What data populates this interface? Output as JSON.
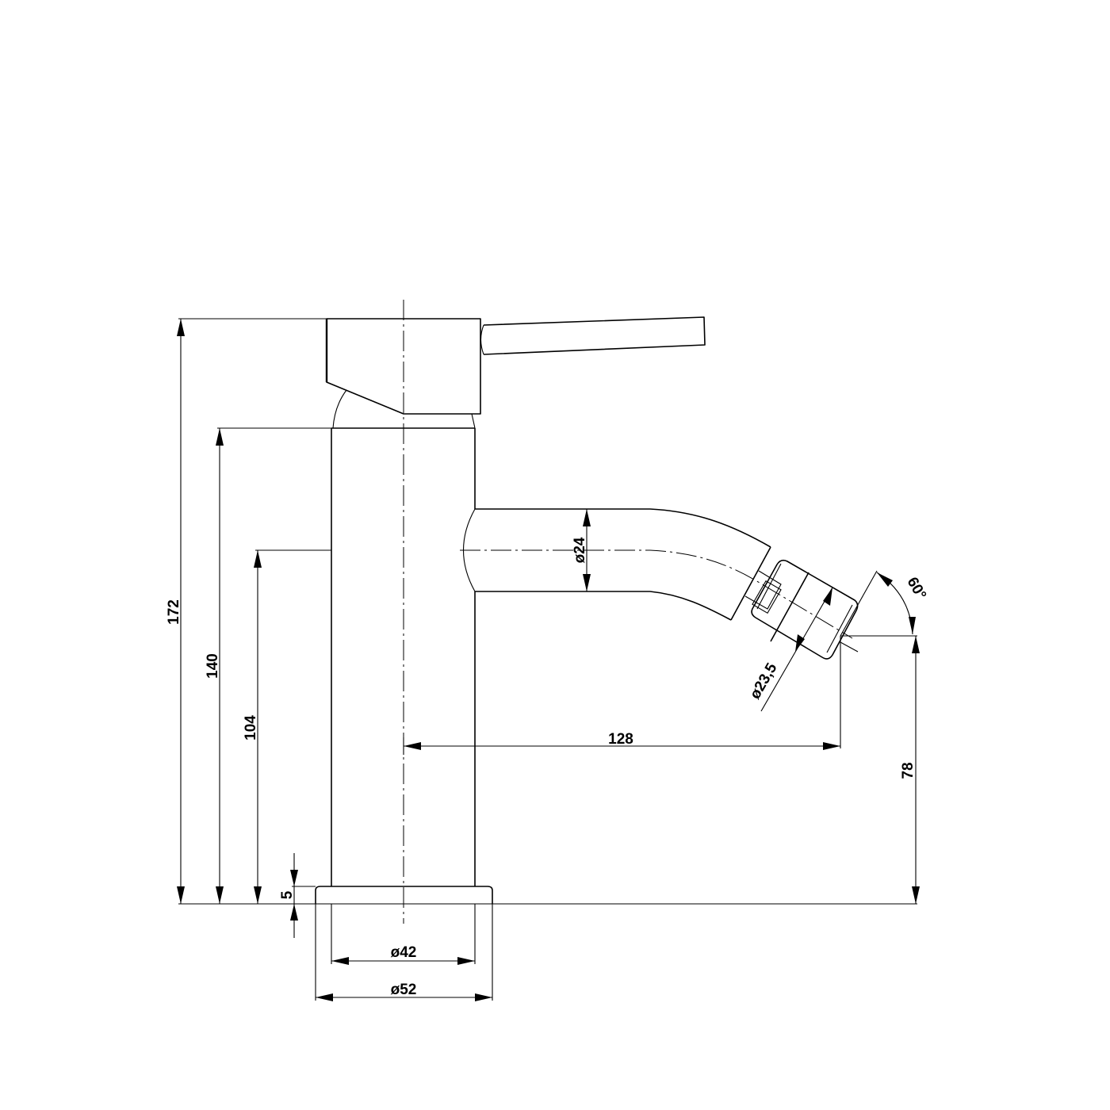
{
  "drawing": {
    "subject": "Bidet mixer tap side elevation with dimensions",
    "units": "mm",
    "colors": {
      "line": "#000000",
      "background": "#ffffff"
    }
  },
  "dimensions": {
    "total_height": "172",
    "body_height": "140",
    "spout_axis_height": "104",
    "base_thickness": "5",
    "body_diameter": "ø42",
    "base_diameter": "ø52",
    "spout_diameter": "ø24",
    "aerator_diameter": "ø23,5",
    "spout_projection": "128",
    "outlet_height": "78",
    "outlet_angle": "60°"
  }
}
